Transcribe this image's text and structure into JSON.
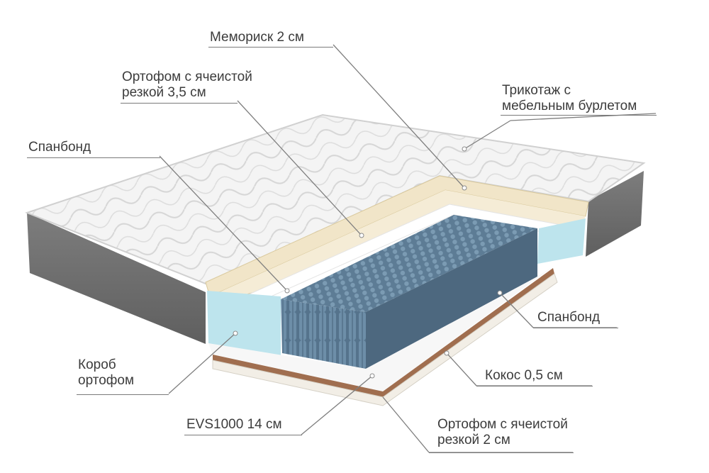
{
  "labels": {
    "memory_foam": "Мемориск 2 см",
    "orthofoam_top_line1": "Ортофом с ячеистой",
    "orthofoam_top_line2": "резкой 3,5 см",
    "knit_line1": "Трикотаж с",
    "knit_line2": "мебельным бурлетом",
    "spunbond_top": "Спанбонд",
    "spunbond_right": "Спанбонд",
    "box_line1": "Короб",
    "box_line2": "ортофом",
    "coconut": "Кокос 0,5 см",
    "springs": "EVS1000 14 см",
    "orthofoam_bottom_line1": "Ортофом с ячеистой",
    "orthofoam_bottom_line2": "резкой 2 см"
  },
  "colors": {
    "side_fabric": "#6e6e6e",
    "quilted_top": "#f2f2f2",
    "memory_foam": "#f3e8cf",
    "orthofoam": "#f5edd8",
    "foam_box": "#bfe6ee",
    "springs": "#5f7f99",
    "coconut": "#9c6a4a",
    "leader_line": "#7a7a7a"
  }
}
